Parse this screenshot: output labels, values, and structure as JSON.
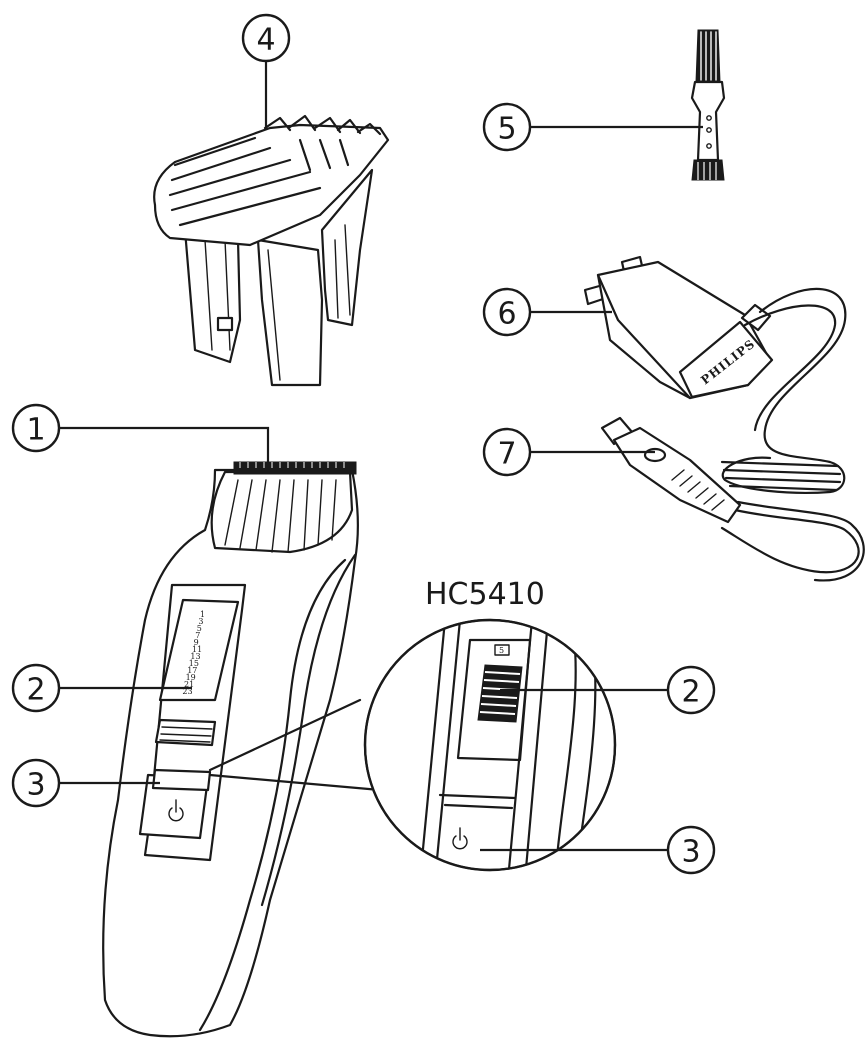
{
  "model_label": "HC5410",
  "callouts": {
    "c1": "1",
    "c2": "2",
    "c3": "3",
    "c4": "4",
    "c5": "5",
    "c6": "6",
    "c7": "7",
    "c2_zoom": "2",
    "c3_zoom": "3"
  },
  "adapter_brand": "PHILIPS",
  "length_scale": [
    "1",
    "3",
    "5",
    "7",
    "9",
    "11",
    "13",
    "15",
    "17",
    "19",
    "21",
    "23"
  ],
  "zoom_scale_marker": "5"
}
